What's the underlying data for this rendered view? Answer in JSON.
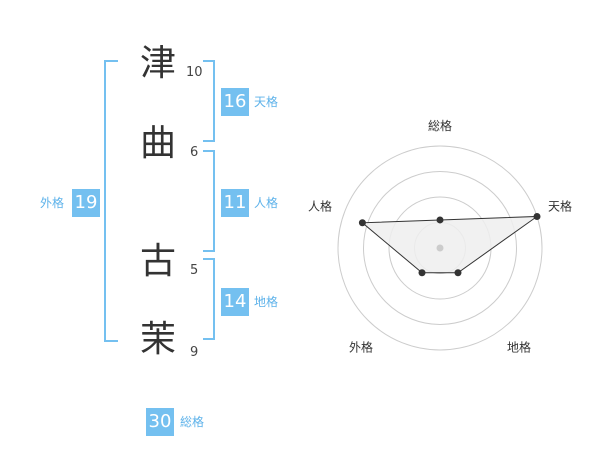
{
  "name": {
    "chars": [
      {
        "char": "津",
        "strokes": "10"
      },
      {
        "char": "曲",
        "strokes": "6"
      },
      {
        "char": "古",
        "strokes": "5"
      },
      {
        "char": "茉",
        "strokes": "9"
      }
    ]
  },
  "kakusu": {
    "tenkaku": {
      "value": "16",
      "label": "天格"
    },
    "jinkaku": {
      "value": "11",
      "label": "人格"
    },
    "chikaku": {
      "value": "14",
      "label": "地格"
    },
    "gaikaku": {
      "value": "19",
      "label": "外格"
    },
    "soukaku": {
      "value": "30",
      "label": "総格"
    }
  },
  "chart_data": {
    "type": "radar",
    "axes": [
      "総格",
      "天格",
      "地格",
      "外格",
      "人格"
    ],
    "values": [
      1.1,
      4.0,
      1.2,
      1.2,
      3.2
    ],
    "rmax": 4,
    "rings": 4,
    "colors": {
      "grid": "#cccccc",
      "fill": "#efefef",
      "line": "#333333",
      "point": "#333333",
      "center": "#cccccc"
    }
  }
}
